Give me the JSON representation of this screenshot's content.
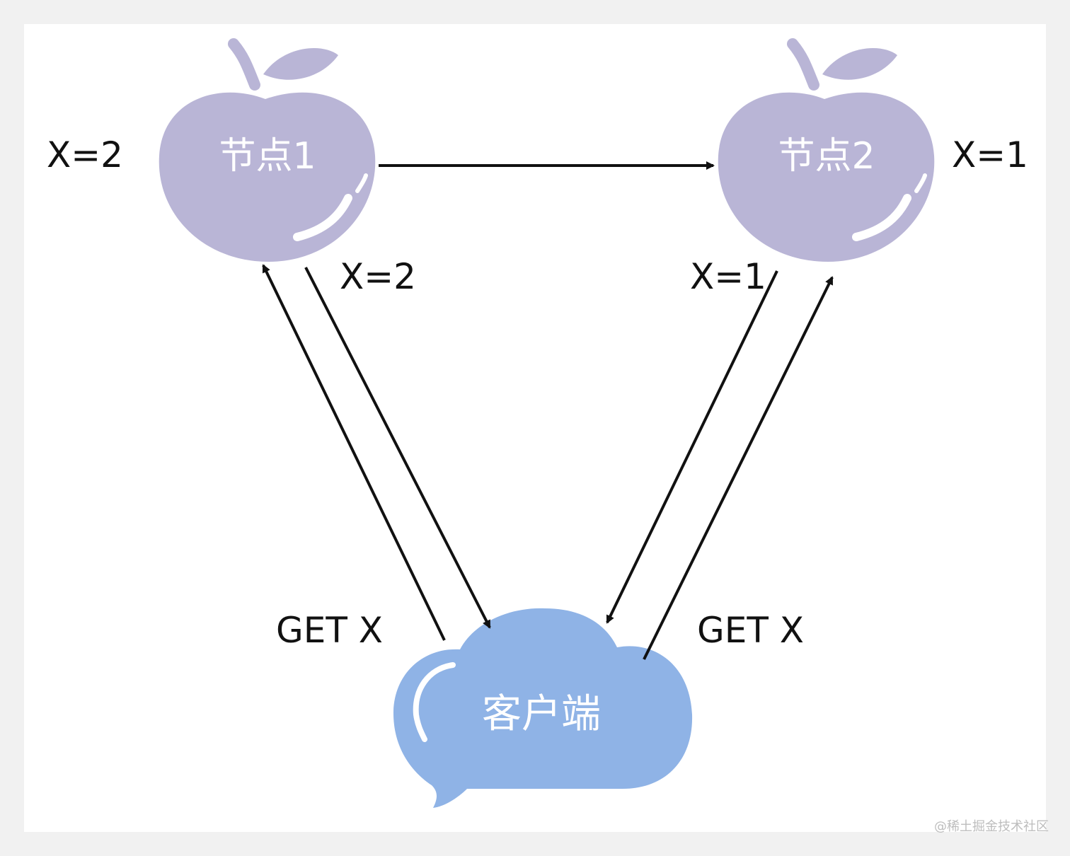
{
  "nodes": {
    "node1": {
      "label": "节点1",
      "value_label": "X=2",
      "color": "#b9b5d6"
    },
    "node2": {
      "label": "节点2",
      "value_label": "X=1",
      "color": "#b9b5d6"
    },
    "client": {
      "label": "客户端",
      "color": "#8fb3e6"
    }
  },
  "edges": {
    "node1_response": "X=2",
    "node2_response": "X=1",
    "client_to_node1": "GET X",
    "client_to_node2": "GET X"
  },
  "watermark": "@稀土掘金技术社区",
  "colors": {
    "ink": "#111111",
    "background": "#ffffff"
  }
}
